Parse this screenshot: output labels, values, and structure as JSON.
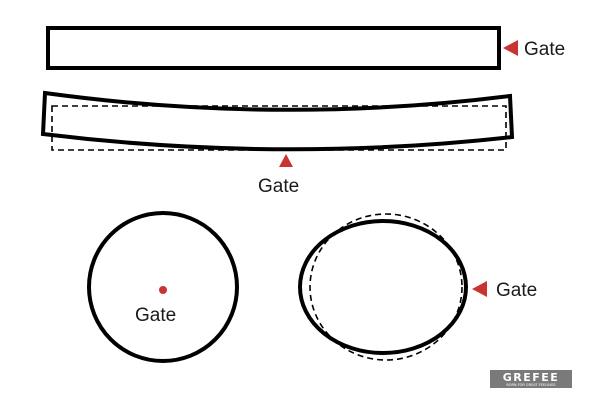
{
  "colors": {
    "line": "#000000",
    "gate_marker": "#c8342f",
    "label": "#1a1a1a",
    "logo_bg": "#7a7a7a"
  },
  "parts": [
    {
      "part": "straight-bar",
      "gate_label": "Gate",
      "warped": false
    },
    {
      "part": "warped-bar",
      "gate_label": "Gate",
      "warped": true
    },
    {
      "part": "round-disc-center-gate",
      "gate_label": "Gate",
      "warped": false
    },
    {
      "part": "oval-disc-edge-gate",
      "gate_label": "Gate",
      "warped": true
    }
  ],
  "watermark": {
    "brand": "GREFEE",
    "tagline": "BORN FOR GREAT FEELINGS"
  }
}
